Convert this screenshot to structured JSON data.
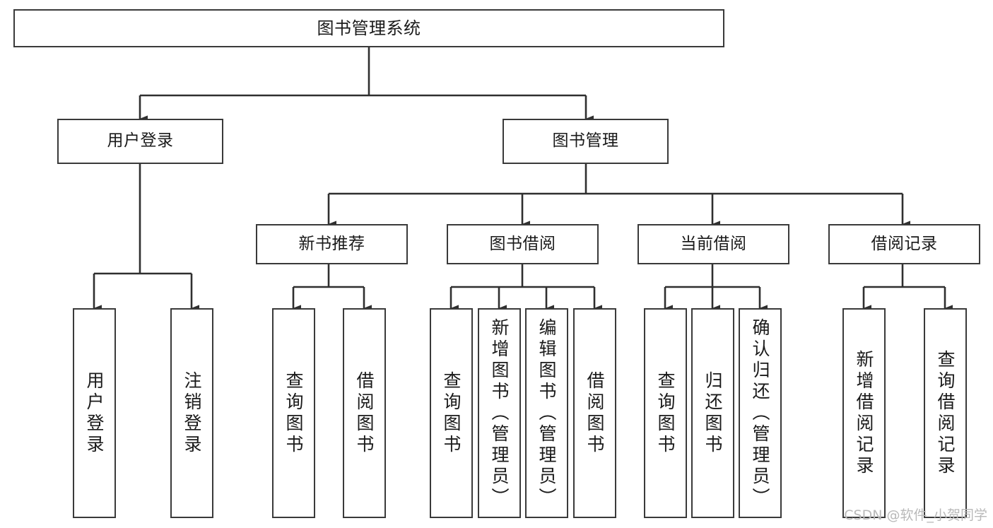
{
  "diagram": {
    "title": "图书管理系统",
    "type": "tree-hierarchy",
    "root": {
      "label": "图书管理系统"
    },
    "level2": [
      {
        "label": "用户登录"
      },
      {
        "label": "图书管理"
      }
    ],
    "level3": [
      {
        "label": "新书推荐"
      },
      {
        "label": "图书借阅"
      },
      {
        "label": "当前借阅"
      },
      {
        "label": "借阅记录"
      }
    ],
    "leaves": {
      "user_login": [
        {
          "label": "用户登录"
        },
        {
          "label": "注销登录"
        }
      ],
      "new_book_recommend": [
        {
          "label": "查询图书"
        },
        {
          "label": "借阅图书"
        }
      ],
      "book_borrow": [
        {
          "label": "查询图书"
        },
        {
          "label": "新增图书（管理员）"
        },
        {
          "label": "编辑图书（管理员）"
        },
        {
          "label": "借阅图书"
        }
      ],
      "current_borrow": [
        {
          "label": "查询图书"
        },
        {
          "label": "归还图书"
        },
        {
          "label": "确认归还（管理员）"
        }
      ],
      "borrow_record": [
        {
          "label": "新增借阅记录"
        },
        {
          "label": "查询借阅记录"
        }
      ]
    }
  },
  "watermark": {
    "text": "CSDN @软件_小贺同学"
  },
  "colors": {
    "box_border": "#3a3a3a",
    "box_fill": "#ffffff",
    "edge": "#2f2f2f",
    "text": "#1a1a1a",
    "watermark": "#b9b9b9",
    "background": "#ffffff"
  }
}
